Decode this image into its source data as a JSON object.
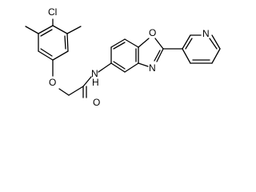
{
  "atom_labels": {
    "chlorine": "Cl",
    "ether_oxygen": "O",
    "amide_nitrogen": "N",
    "amide_hydrogen": "H",
    "carbonyl_oxygen": "O",
    "oxazole_oxygen": "O",
    "oxazole_nitrogen": "N",
    "pyridine_nitrogen": "N"
  }
}
